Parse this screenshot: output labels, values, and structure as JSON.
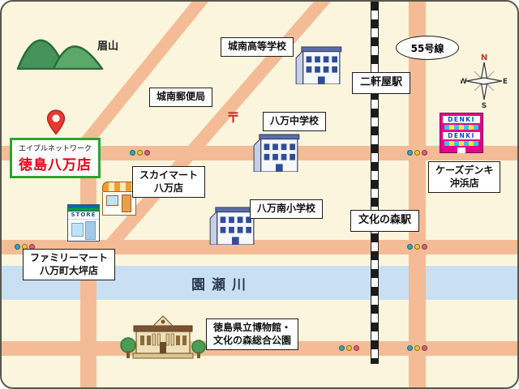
{
  "colors": {
    "bg": "#FBF5DE",
    "road": "#F3BC96",
    "river": "#C9DFF2",
    "rail": "#1C1C1C",
    "pin": "#E8382F",
    "brand_green": "#2FA32F",
    "brand_red": "#E60012",
    "denki_magenta": "#E5008A",
    "window_blue": "#2F4C9B",
    "signal_teal": "#2FA8B5",
    "signal_yellow": "#F4C430",
    "signal_pink": "#E25A7A"
  },
  "map": {
    "mountain_label": "眉山",
    "river_label": "園瀬川",
    "route_label": "55号線",
    "postal_mark": "〒",
    "stations": [
      {
        "name": "二軒屋駅"
      },
      {
        "name": "文化の森駅"
      }
    ],
    "store_card": {
      "line1": "エイブルネットワーク",
      "line2": "徳島八万店"
    },
    "pois": {
      "high_school": "城南高等学校",
      "post_office": "城南郵便局",
      "junior_high": "八万中学校",
      "elementary": "八万南小学校",
      "skymart_line1": "スカイマート",
      "skymart_line2": "八万店",
      "familymart_line1": "ファミリーマート",
      "familymart_line2": "八万町大坪店",
      "ks_line1": "ケーズデンキ",
      "ks_line2": "沖浜店",
      "museum_line1": "徳島県立博物館・",
      "museum_line2": "文化の森総合公園"
    },
    "signs": {
      "denki": "DENKI",
      "store": "STORE"
    },
    "compass": {
      "n": "N",
      "e": "E",
      "s": "S",
      "w": "W"
    }
  }
}
